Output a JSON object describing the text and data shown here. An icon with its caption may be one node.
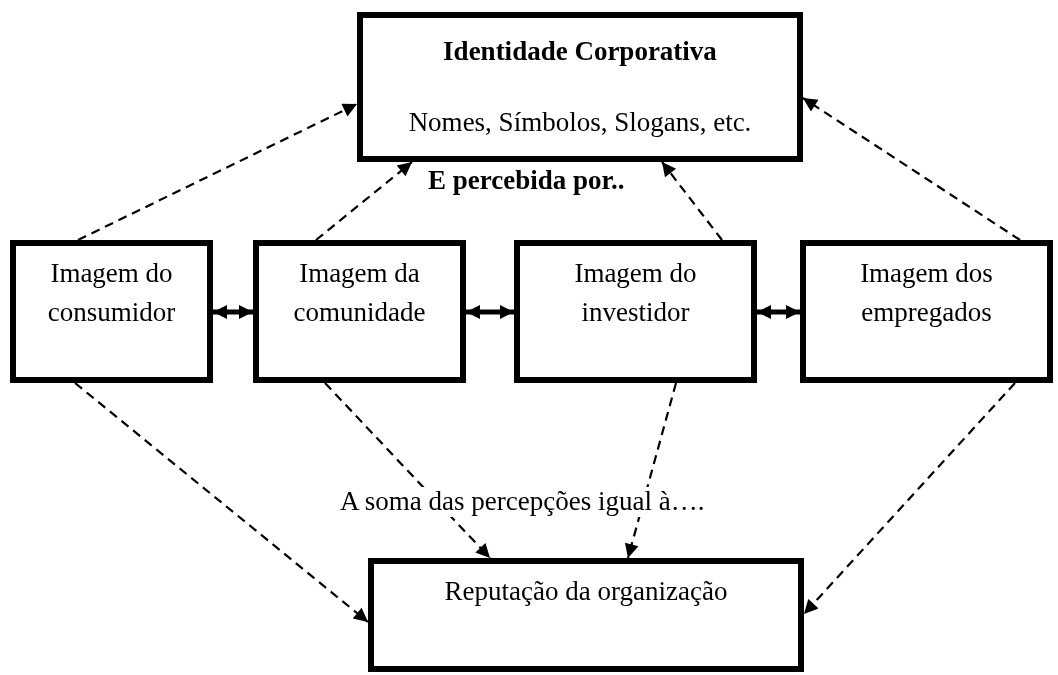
{
  "diagram": {
    "nodes": [
      {
        "text": [
          "Identidade Corporativa",
          "Nomes, Símbolos, Slogans, etc."
        ]
      },
      {
        "text": [
          "Imagem do consumidor"
        ]
      },
      {
        "text": [
          "Imagem da comunidade"
        ]
      },
      {
        "text": [
          "Imagem do investidor"
        ]
      },
      {
        "text": [
          "Imagem dos empregados"
        ]
      },
      {
        "text": [
          "Reputação da organização"
        ]
      }
    ],
    "edges": [
      {
        "from": 1,
        "to": 0,
        "arrow": "to",
        "style": "dashed"
      },
      {
        "from": 2,
        "to": 0,
        "arrow": "to",
        "style": "dashed"
      },
      {
        "from": 3,
        "to": 0,
        "arrow": "to",
        "style": "dashed"
      },
      {
        "from": 4,
        "to": 0,
        "arrow": "to",
        "style": "dashed"
      },
      {
        "from": 1,
        "to": 2,
        "arrow": "both",
        "style": "thick"
      },
      {
        "from": 2,
        "to": 3,
        "arrow": "both",
        "style": "thick"
      },
      {
        "from": 3,
        "to": 4,
        "arrow": "both",
        "style": "thick"
      },
      {
        "from": 1,
        "to": 5,
        "arrow": "to",
        "style": "dashed"
      },
      {
        "from": 2,
        "to": 5,
        "arrow": "to",
        "style": "dashed"
      },
      {
        "from": 3,
        "to": 5,
        "arrow": "to",
        "style": "dashed"
      },
      {
        "from": 4,
        "to": 5,
        "arrow": "to",
        "style": "dashed"
      }
    ],
    "labels": [
      "E percebida por..",
      "A soma das percepções igual à…."
    ]
  }
}
